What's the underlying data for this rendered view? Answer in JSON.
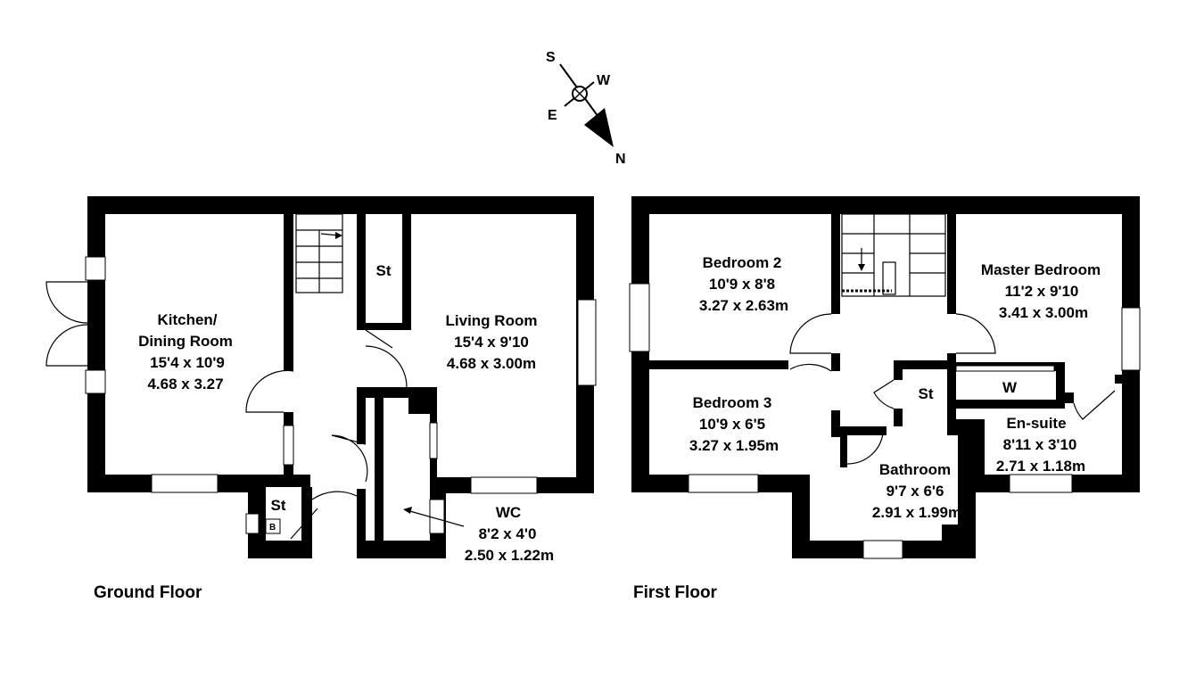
{
  "compass": {
    "s": "S",
    "w": "W",
    "e": "E",
    "n": "N"
  },
  "ground_floor": {
    "label": "Ground Floor",
    "rooms": {
      "kitchen": {
        "line1": "Kitchen/",
        "line2": "Dining Room",
        "imperial": "15'4 x 10'9",
        "metric": "4.68 x 3.27"
      },
      "living": {
        "name": "Living Room",
        "imperial": "15'4 x 9'10",
        "metric": "4.68 x 3.00m"
      },
      "wc": {
        "name": "WC",
        "imperial": "8'2 x 4'0",
        "metric": "2.50 x 1.22m"
      },
      "store_hall": {
        "name": "St"
      },
      "store_boiler": {
        "name": "St",
        "boiler": "B"
      }
    }
  },
  "first_floor": {
    "label": "First Floor",
    "rooms": {
      "bedroom2": {
        "name": "Bedroom 2",
        "imperial": "10'9 x 8'8",
        "metric": "3.27 x 2.63m"
      },
      "master": {
        "name": "Master Bedroom",
        "imperial": "11'2 x 9'10",
        "metric": "3.41 x 3.00m"
      },
      "bedroom3": {
        "name": "Bedroom 3",
        "imperial": "10'9 x 6'5",
        "metric": "3.27 x 1.95m"
      },
      "store": {
        "name": "St"
      },
      "wardrobe": {
        "name": "W"
      },
      "ensuite": {
        "name": "En-suite",
        "imperial": "8'11 x 3'10",
        "metric": "2.71 x 1.18m"
      },
      "bathroom": {
        "name": "Bathroom",
        "imperial": "9'7 x 6'6",
        "metric": "2.91 x 1.99m"
      }
    }
  }
}
